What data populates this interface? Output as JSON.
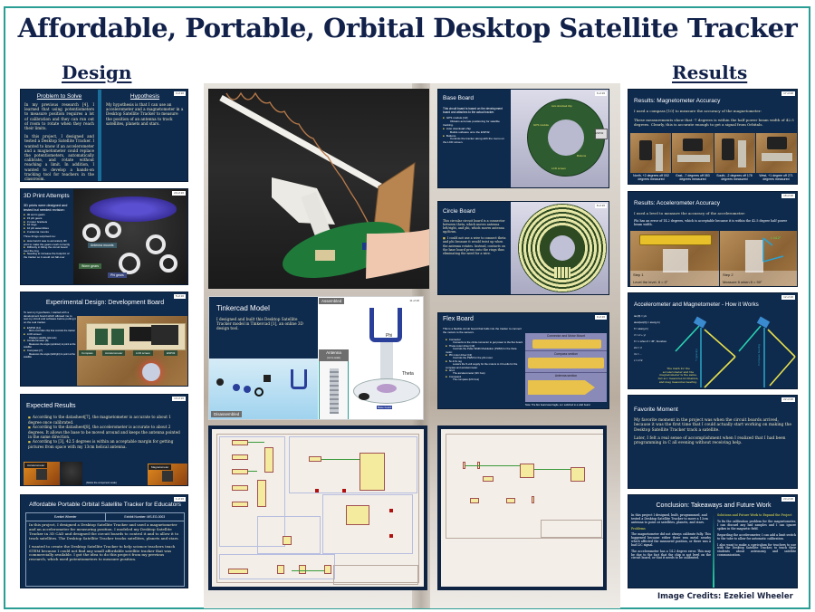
{
  "poster": {
    "title": "Affordable, Portable, Orbital Desktop Satellite Tracker",
    "sections": {
      "design": "Design",
      "results": "Results"
    },
    "credits": "Image Credits: Ezekiel Wheeler",
    "accent_color": "#2a9d94",
    "title_color": "#12214a",
    "slide_bg": "#0e2a4d"
  },
  "design": {
    "problem": {
      "page": "3 of 26",
      "heading": "Problem to Solve",
      "paragraphs": [
        "In my previous research [4], I learned that using potentiometers to measure position requires a lot of calibration and they can run out of room to rotate when they reach their limits.",
        "In this project, I designed and tested a Desktop Satellite Tracker. I wanted to know if an accelerometer and a magnetometer could replace the potentiometers, automatically calibrate, and rotate without reaching a limit. In addition, I wanted to develop a hands-on tracking tool for teachers in the classroom."
      ],
      "hypothesis_heading": "Hypothesis",
      "hypothesis": "My hypothesis is that I can use an accelerometer and a magnetometer in a Desktop Satellite Tracker to measure the position of an antenna to track satellites, planets and stars."
    },
    "print_attempts": {
      "page": "20 of 26",
      "heading": "3D Print Attempts",
      "intro": "3D prints were designed and tested but needed revision:",
      "items": [
        "30 worm gears",
        "15 phi gears",
        "3 motor brackets",
        "10 rings",
        "10 phi assemblies",
        "3 antenna mounts"
      ],
      "surprised_intro": "Three things surprised me:",
      "surprises": [
        "How hard it was to accurately 3D print to make the gears mesh correctly",
        "Difficulty in fitting the circuit board over the ring",
        "Needing to increase the footprint of the tracker so it would not fall over"
      ],
      "photo_labels": [
        "Antenna mounts",
        "Worm gears",
        "Phi gears"
      ]
    },
    "dev_board": {
      "page": "5 of 26",
      "heading": "Experimental Design: Development Board",
      "intro": "To test my hypothesis, I started with a development board which allowed me to test my circuit and software before putting it on the real tracker.",
      "items": [
        {
          "label": "ESP32 [11]",
          "sub": "Micro controller chip that controls the tracker"
        },
        {
          "label": "LCD screen",
          "sub": "Displays satellite telemetry"
        },
        {
          "label": "Accelerometer [6]",
          "sub": "Measures the angle (up/down) to point at the satellite"
        },
        {
          "label": "Compass [7]",
          "sub": "Measures the angle (left/right) to point at the satellite"
        }
      ],
      "photo_labels": [
        "Compass",
        "Accelerometer",
        "LCD screen",
        "ESP32"
      ]
    },
    "expected": {
      "page": "10 of 26",
      "heading": "Expected Results",
      "items": [
        "According to the datasheet[7], the magnetometer is accurate to about 1 degree once calibrated.",
        "According to the datasheet[8], the accelerometer is accurate to about 2 degrees. It allows the base to be moved around and keeps the antenna pointed in the same direction.",
        "According to [3], 42.5 degrees is within an acceptable margin for getting pictures from space with my 13cm helical antenna."
      ],
      "photo_labels": [
        "Accelerometer",
        "Magnetometer"
      ],
      "note": "(Notice the component scale)"
    },
    "summary": {
      "page": "1 of 26",
      "heading": "Affordable Portable Orbital Satellite Tracker for Educators",
      "author": "Ezekiel Wheeler",
      "exhibit": "Exhibit Number: MS-EG-0003",
      "paragraphs": [
        "In this project, I designed a Desktop Satellite Tracker and used a magnetometer and an accelerometer for measuring position. I modeled my Desktop Satellite Tracker in 3D CAD and designed the circuit boards to control it and to allow it to track satellites. The Desktop Satellite Tracker tracks satellites, planets and stars.",
        "I wanted to create the Desktop Satellite Tracker to help science teachers teach STEM because I could not find any small affordable satellite tracker that was commercially available. I got the idea to do this project from my previous research, which used potentiometers to measure position."
      ]
    }
  },
  "center": {
    "tinkercad": {
      "page": "11 of 26",
      "heading": "Tinkercad Model",
      "text": "I designed and built this Desktop Satellite Tracker model in Tinkercad [1], an online 3D design tool.",
      "labels": {
        "assembled": "Assembled",
        "antenna": "Antenna",
        "antenna_note": "(not to scale)",
        "disassembled": "Disassembled",
        "phi": "Phi",
        "theta": "Theta",
        "base": "Base board"
      }
    },
    "base_board": {
      "page": "6 of 26",
      "heading": "Base Board",
      "intro": "This circuit board is based on the development board and attaches to the actual tracker.",
      "items": [
        {
          "label": "GPS module [12]",
          "sub": "Obtains accurate positioning for satellite tracking."
        },
        {
          "label": "Auto download chip",
          "sub": "Builds software onto the ESP32."
        },
        {
          "label": "Buttons",
          "sub": "Controls the tracker along with the menu on the LCD screen."
        }
      ],
      "board_labels": [
        "GPS module",
        "Auto download chip",
        "ESP32",
        "Buttons",
        "LCD screen"
      ]
    },
    "circle_board": {
      "page": "8 of 26",
      "heading": "Circle Board",
      "intro": "This circular circuit board is a connector between theta, which moves antenna left/right, and phi, which moves antenna up/down.",
      "items": [
        "I could not use a wire to connect theta and phi because it would twist up when the antenna rotates. Instead, contacts on the base board press onto the rings thus eliminating the need for a wire."
      ]
    },
    "flex_board": {
      "page": "9 of 26",
      "heading": "Flex Board",
      "intro": "This is a flexible circuit board that folds into the tracker to connect the motors to the sensors.",
      "items": [
        {
          "label": "Connector",
          "sub": "Connects to the circle connector to get power to the flex board."
        },
        {
          "label": "Theta motor driver [13]",
          "sub": "Controls the Pulse Width Modulation (PWM) for the theta motor."
        },
        {
          "label": "Phi motor driver [13]",
          "sub": "Controls the PWM for the phi motor."
        },
        {
          "label": "5v-3.3v reg",
          "sub": "Lowers the 5-volt supply for the motors to 3.3-volts for the compass and accelerometer."
        },
        {
          "label": "Acc1",
          "sub": "The accelerometer (I2C bus)"
        },
        {
          "label": "Compass1",
          "sub": "The compass (I2C bus)"
        }
      ],
      "sections": [
        "Connector and Motor Mount",
        "Compass section",
        "Antenna section"
      ],
      "note": "Note: The flex board was fragile, so I switched to a solid board."
    }
  },
  "results": {
    "magnetometer": {
      "page": "17 of 26",
      "heading": "Results: Magnetometer Accuracy",
      "line1": "I used a compass [10] to measure the accuracy of the magnetometer:",
      "line2": "These measurements show that -7 degrees is within the half power beam width of 42.5 degrees. Clearly, this is accurate enough to get a signal from Orbitals.",
      "captions": [
        "North, +2 degrees off 002 degrees measured",
        "East, -7 degrees off 083 degrees measured",
        "South, -2 degrees off 178 degrees measured",
        "West, +1 degree off 271 degrees measured"
      ]
    },
    "accelerometer": {
      "page": "18 of 26",
      "heading": "Results: Accelerometer Accuracy",
      "line1": "I used a level to measure the accuracy of the accelerometer:",
      "line2": "Phi has an error of 14.2 degrees, which is acceptable because it is within the 42.5 degree half power beam width.",
      "step1_title": "Step 1",
      "step1": "Level the level. θ = 0°",
      "step2_title": "Step 2",
      "step2": "Measure θ when θ = 90°",
      "annotation": "= 14.2°"
    },
    "how_it_works": {
      "page": "12 of 26",
      "heading": "Accelerometer and Magnetometer - How it Works",
      "equations": [
        "tan(θ) = y/x",
        "atan(tan(θ)) = atan(y/x)",
        "θ = atan(y/x)",
        "r² = x² + y²",
        "θ = x when θ = 45°, therefore",
        "2x² = r²",
        "r/x = ...",
        "x = r/√2"
      ],
      "note": "The math for the accelerometer and the magnetometer is the same, but acc measures inclination, and mag measures bearing.",
      "axis_labels": [
        "Y (gravity)",
        "Compass bearing"
      ],
      "sensor_labels": [
        "Acc",
        "Mag"
      ]
    },
    "favorite": {
      "page": "22 of 26",
      "heading": "Favorite Moment",
      "paragraphs": [
        "My favorite moment in the project was when the circuit boards arrived, because it was the first time that I could actually start working on making the Desktop Satellite Tracker track a satellite.",
        "Later, I felt a real sense of accomplishment when I realized that I had been programming in C all evening without receiving help."
      ]
    },
    "conclusion": {
      "page": "23 of 26",
      "heading": "Conclusion: Takeaways and Future Work",
      "left_intro": "In this project I designed, built, programmed, and tested a Desktop Satellite Tracker to move a 13cm antenna to point at satellites, planets, and stars.",
      "problems_heading": "Problems",
      "problems": [
        "The magnetometer did not always calibrate fully. This happened because either there was metal nearby which affected the measured position, or there was a bad I2C signal.",
        "The accelerometer has a 14.2 degree error. This may be due to the fact that the chip is not level on the circuit board, or that it needs to be calibrated."
      ],
      "right_heading": "Solutions and Future Work to Expand the Project",
      "solutions": [
        "To fix the calibration problem for the magnetometer, I can discard any bad samples and I can ignore spikes in the magnetic field.",
        "Regarding the accelerometer, I can add a limit switch to the tube to allow for automatic calibration.",
        "I also want to make a curriculum for teachers to use with the Desktop Satellite Tracker, to teach their students about astronomy and satellite communication."
      ]
    }
  }
}
